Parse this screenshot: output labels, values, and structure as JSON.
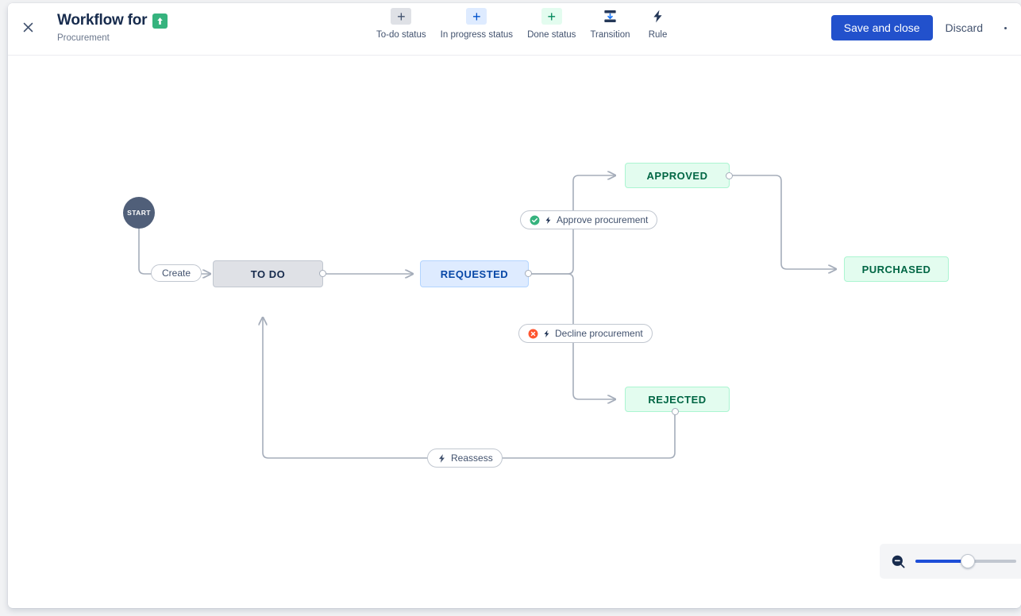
{
  "header": {
    "close_icon": "close-icon",
    "title": "Workflow for",
    "type_icon": "story-up-arrow-icon",
    "subtitle": "Procurement",
    "tools": [
      {
        "label": "To-do status",
        "icon": "plus-icon",
        "variant": "todo"
      },
      {
        "label": "In progress status",
        "icon": "plus-icon",
        "variant": "inprog"
      },
      {
        "label": "Done status",
        "icon": "plus-icon",
        "variant": "done"
      },
      {
        "label": "Transition",
        "icon": "transition-icon",
        "variant": "plain"
      },
      {
        "label": "Rule",
        "icon": "bolt-icon",
        "variant": "plain"
      }
    ],
    "save_label": "Save and close",
    "discard_label": "Discard",
    "more_label": "more-actions"
  },
  "canvas": {
    "start_label": "START",
    "nodes": [
      {
        "id": "todo",
        "label": "TO DO",
        "category": "todo"
      },
      {
        "id": "requested",
        "label": "REQUESTED",
        "category": "inprog"
      },
      {
        "id": "approved",
        "label": "APPROVED",
        "category": "done"
      },
      {
        "id": "rejected",
        "label": "REJECTED",
        "category": "done"
      },
      {
        "id": "purchased",
        "label": "PURCHASED",
        "category": "done"
      }
    ],
    "transitions": [
      {
        "id": "create",
        "label": "Create",
        "icons": []
      },
      {
        "id": "approve",
        "label": "Approve procurement",
        "icons": [
          "check-circle-icon",
          "bolt-icon"
        ]
      },
      {
        "id": "decline",
        "label": "Decline procurement",
        "icons": [
          "error-circle-icon",
          "bolt-icon"
        ]
      },
      {
        "id": "reassess",
        "label": "Reassess",
        "icons": [
          "bolt-icon"
        ]
      }
    ]
  },
  "zoom_control": {
    "zoom_out_icon": "zoom-out-icon",
    "value_percent": 52
  },
  "colors": {
    "primary": "#2251cc",
    "todo_bg": "#dfe1e6",
    "inprogress_bg": "#deebff",
    "done_bg": "#e3fcef",
    "start_bg": "#505f79",
    "success": "#36b37e",
    "danger": "#ff5630",
    "edge": "#a5adba"
  }
}
